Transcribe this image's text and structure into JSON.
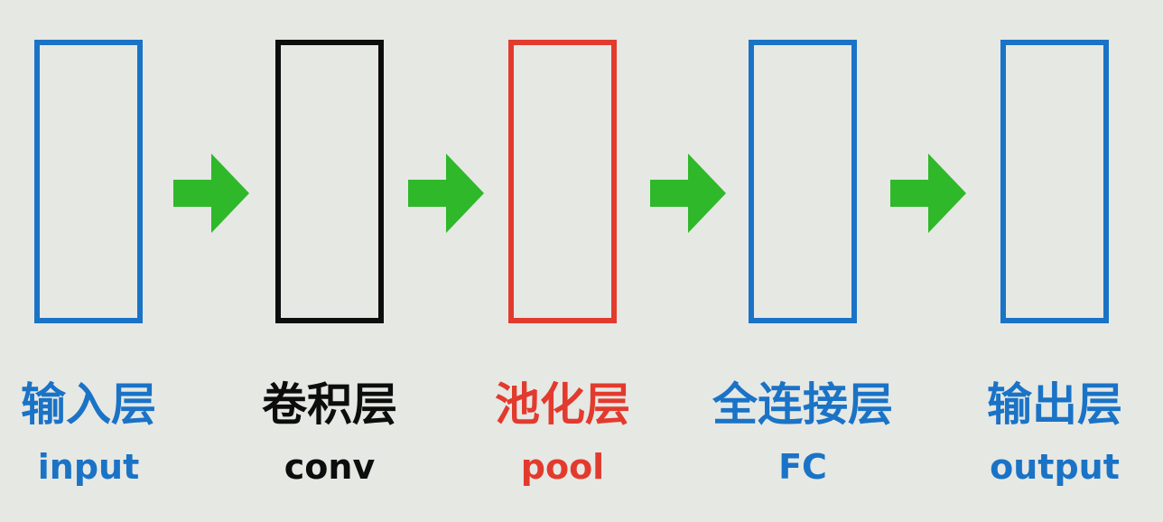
{
  "colors": {
    "background": "#e6e8e4",
    "blue": "#1a73c6",
    "black": "#0d0d0d",
    "red": "#e23b2e",
    "arrow_green": "#2fb82a"
  },
  "layers": [
    {
      "cn": "输入层",
      "en": "input",
      "color": "blue"
    },
    {
      "cn": "卷积层",
      "en": "conv",
      "color": "black"
    },
    {
      "cn": "池化层",
      "en": "pool",
      "color": "red"
    },
    {
      "cn": "全连接层",
      "en": "FC",
      "color": "blue"
    },
    {
      "cn": "输出层",
      "en": "output",
      "color": "blue"
    }
  ],
  "arrows": [
    {
      "icon": "right-arrow-icon"
    },
    {
      "icon": "right-arrow-icon"
    },
    {
      "icon": "right-arrow-icon"
    },
    {
      "icon": "right-arrow-icon"
    }
  ]
}
